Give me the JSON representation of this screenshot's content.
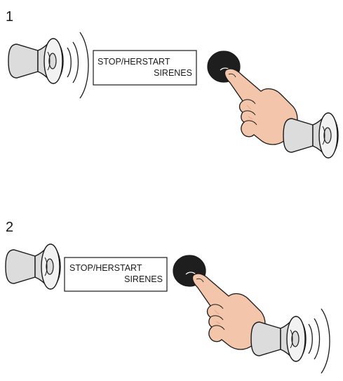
{
  "panels": [
    {
      "step": "1",
      "label_line1": "STOP/HERSTART",
      "label_line2": "SIRENES",
      "sound_side": "left"
    },
    {
      "step": "2",
      "label_line1": "STOP/HERSTART",
      "label_line2": "SIRENES",
      "sound_side": "right"
    }
  ],
  "colors": {
    "outline": "#1a1a1a",
    "horn_fill": "#dcdcdc",
    "horn_light": "#f2f2f2",
    "button": "#1e1e1e",
    "skin": "#f3c6ac",
    "skin_shade": "#e9a98c"
  },
  "icons": [
    "siren-icon",
    "push-button-icon",
    "hand-pointer-icon",
    "sound-wave-icon"
  ]
}
